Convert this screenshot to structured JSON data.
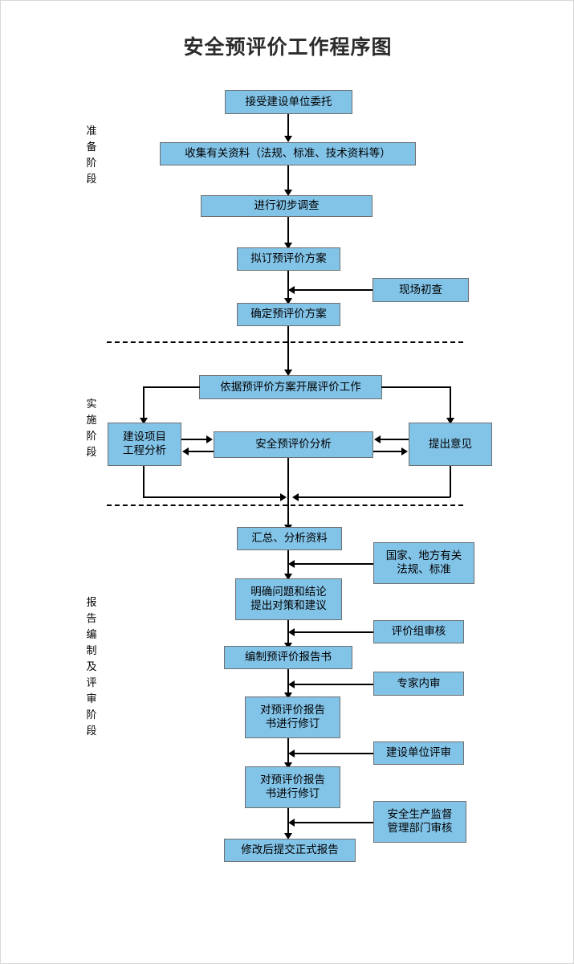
{
  "title": "安全预评价工作程序图",
  "stages": [
    {
      "id": "preparation",
      "label": "准备阶段",
      "chars": [
        "准",
        "备",
        "阶",
        "段"
      ]
    },
    {
      "id": "implementation",
      "label": "实施阶段",
      "chars": [
        "实",
        "施",
        "阶",
        "段"
      ]
    },
    {
      "id": "reporting",
      "label": "报告编制及评审阶段",
      "chars": [
        "报",
        "告",
        "编",
        "制",
        "及",
        "评",
        "审",
        "阶",
        "段"
      ]
    }
  ],
  "nodes": {
    "accept_commission": {
      "text": "接受建设单位委托"
    },
    "collect_materials": {
      "text": "收集有关资料（法规、标准、技术资料等）"
    },
    "preliminary_survey": {
      "text": "进行初步调查"
    },
    "draft_plan": {
      "text": "拟订预评价方案"
    },
    "site_inspection": {
      "text": "现场初查"
    },
    "confirm_plan": {
      "text": "确定预评价方案"
    },
    "carry_out_evaluation": {
      "text": "依据预评价方案开展评价工作"
    },
    "project_engineering_analysis": {
      "line1": "建设项目",
      "line2": "工程分析"
    },
    "safety_pre_evaluation_analysis": {
      "text": "安全预评价分析"
    },
    "raise_opinions": {
      "text": "提出意见"
    },
    "summarize_analyze": {
      "text": "汇总、分析资料"
    },
    "national_local_regulations": {
      "line1": "国家、地方有关",
      "line2": "法规、标准"
    },
    "clarify_conclusions": {
      "line1": "明确问题和结论",
      "line2": "提出对策和建议"
    },
    "evaluation_group_review": {
      "text": "评价组审核"
    },
    "compile_report": {
      "text": "编制预评价报告书"
    },
    "expert_internal_review": {
      "text": "专家内审"
    },
    "revise_report_1": {
      "line1": "对预评价报告",
      "line2": "书进行修订"
    },
    "construction_unit_review": {
      "text": "建设单位评审"
    },
    "revise_report_2": {
      "line1": "对预评价报告",
      "line2": "书进行修订"
    },
    "safety_supervision_review": {
      "line1": "安全生产监督",
      "line2": "管理部门审核"
    },
    "submit_formal_report": {
      "text": "修改后提交正式报告"
    }
  },
  "colors": {
    "node_fill": "#82C3E8",
    "node_border": "#6f6f6f",
    "connector": "#000000",
    "title_text": "#2b2b2b",
    "background": "#ffffff"
  }
}
